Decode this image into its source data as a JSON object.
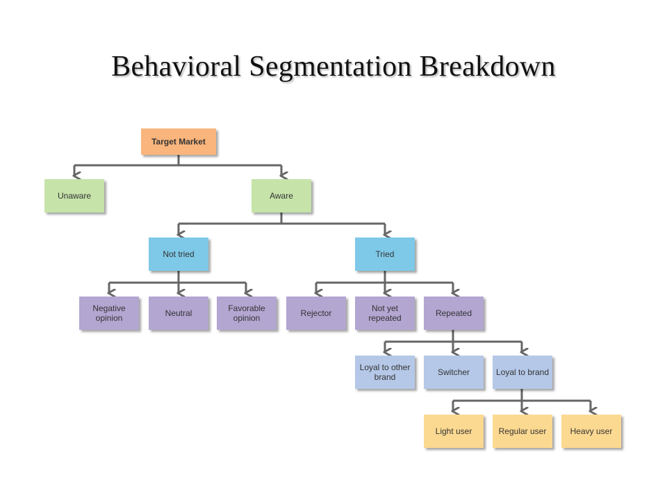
{
  "title": "Behavioral Segmentation Breakdown",
  "nodes": {
    "target_market": "Target Market",
    "unaware": "Unaware",
    "aware": "Aware",
    "not_tried": "Not tried",
    "tried": "Tried",
    "negative_opinion": "Negative opinion",
    "neutral": "Neutral",
    "favorable_opinion": "Favorable opinion",
    "rejector": "Rejector",
    "not_yet_repeated": "Not yet repeated",
    "repeated": "Repeated",
    "loyal_other_brand": "Loyal to other brand",
    "switcher": "Switcher",
    "loyal_brand": "Loyal to brand",
    "light_user": "Light user",
    "regular_user": "Regular user",
    "heavy_user": "Heavy user"
  },
  "colors": {
    "level_0": "#f9b57c",
    "level_1": "#c6e3a9",
    "level_2": "#7ec9e8",
    "level_3": "#b3a6d1",
    "level_4": "#b5c8e8",
    "level_5": "#fcd991",
    "connector": "#666666"
  }
}
